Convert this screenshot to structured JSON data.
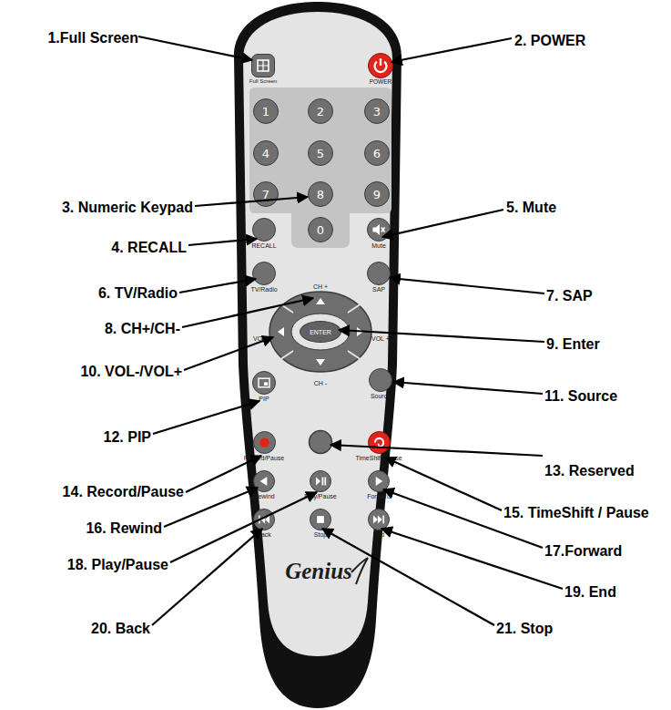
{
  "diagram": {
    "nodes": [
      {
        "text": [
          "Genius"
        ]
      },
      {
        "text": [
          "Full Screen"
        ],
        "in": 0
      },
      {
        "text": [
          "POWER"
        ],
        "in": 0
      },
      {
        "text": [
          "1"
        ],
        "in": 0
      },
      {
        "text": [
          "2"
        ],
        "in": 0
      },
      {
        "text": [
          "3"
        ],
        "in": 0
      },
      {
        "text": [
          "4"
        ],
        "in": 0
      },
      {
        "text": [
          "5"
        ],
        "in": 0
      },
      {
        "text": [
          "6"
        ],
        "in": 0
      },
      {
        "text": [
          "7"
        ],
        "in": 0
      },
      {
        "text": [
          "8"
        ],
        "in": 0
      },
      {
        "text": [
          "9"
        ],
        "in": 0
      },
      {
        "text": [
          "RECALL"
        ],
        "in": 0
      },
      {
        "text": [
          "0"
        ],
        "in": 0
      },
      {
        "text": [
          "Mute"
        ],
        "in": 0
      },
      {
        "text": [
          "TV/Radio"
        ],
        "in": 0
      },
      {
        "text": [
          "SAP"
        ],
        "in": 0
      },
      {
        "text": [
          "CH +"
        ],
        "in": 0
      },
      {
        "text": [
          "VOL -"
        ],
        "in": 0
      },
      {
        "text": [
          "ENTER"
        ],
        "in": 0
      },
      {
        "text": [
          "VOL +"
        ],
        "in": 0
      },
      {
        "text": [
          "CH -"
        ],
        "in": 0
      },
      {
        "text": [
          "PIP"
        ],
        "in": 0
      },
      {
        "text": [
          "Source"
        ],
        "in": 0
      },
      {
        "text": [
          "Record/Pause"
        ],
        "in": 0
      },
      {
        "text": [
          "TimeShift/Pause"
        ],
        "in": 0
      },
      {
        "text": [
          "Rewind"
        ],
        "in": 0
      },
      {
        "text": [
          "Play/Pause"
        ],
        "in": 0
      },
      {
        "text": [
          "Forward"
        ],
        "in": 0
      },
      {
        "text": [
          "Back"
        ],
        "in": 0
      },
      {
        "text": [
          "Stop"
        ],
        "in": 0
      },
      {
        "text": [
          "End"
        ],
        "in": 0
      }
    ],
    "labels": [
      "1.Full Screen",
      "2. POWER",
      "3. Numeric Keypad",
      "4. RECALL",
      "5. Mute",
      "6. TV/Radio",
      "7. SAP",
      "8. CH+/CH-",
      "9. Enter",
      "10. VOL-/VOL+",
      "11. Source",
      "12. PIP",
      "13. Reserved",
      "14. Record/Pause",
      "15. TimeShift / Pause",
      "16. Rewind",
      "17.Forward",
      "18. Play/Pause",
      "19. End",
      "20. Back",
      "21. Stop"
    ]
  }
}
